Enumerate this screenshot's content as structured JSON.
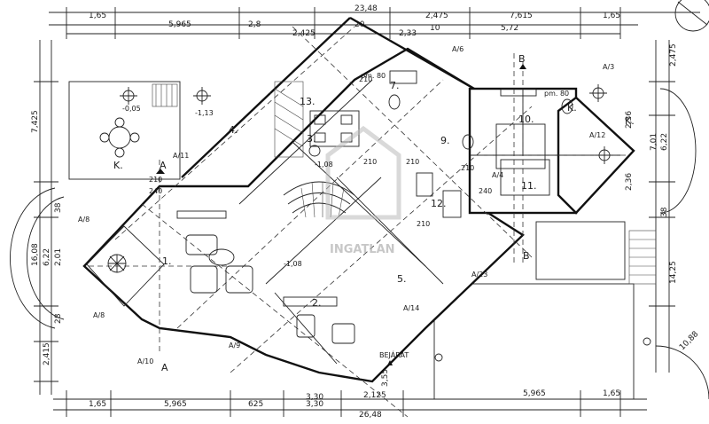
{
  "top_dimensions": [
    "1,65",
    "5,965",
    "2,8",
    "2,425",
    "20",
    "2,475",
    "7,615",
    "2,33",
    "10",
    "5,72",
    "23,48",
    "1,65"
  ],
  "bottom_dimensions": [
    "1,65",
    "5,965",
    "625",
    "3,30",
    "2,125",
    "26,48",
    "5,965",
    "1,65",
    "3,30",
    "3,55"
  ],
  "left_dimensions": [
    "7,425",
    "16,08",
    "6,22",
    "2,01",
    "38",
    "28",
    "2,415"
  ],
  "right_dimensions": [
    "2,475",
    "6,22",
    "7,01",
    "2,36",
    "2,36",
    "38",
    "14,25",
    "10,88"
  ],
  "rooms": {
    "r1": "1.",
    "r2": "2.",
    "r3": "3.",
    "r5": "5.",
    "r7": "7.",
    "r9": "9.",
    "r10": "10.",
    "r11": "11.",
    "r12": "12.",
    "r13": "13.",
    "r4": "4."
  },
  "level_marks": {
    "a": "-0,05",
    "b": "-1,13",
    "c": "-1,08",
    "d": "-1,08"
  },
  "section_marks": {
    "a_top": "A",
    "a_bottom": "A",
    "b_top": "B",
    "b_bottom": "B"
  },
  "axis_marks": [
    "A/11",
    "A/10",
    "A/9",
    "A/6",
    "A/3",
    "A/12",
    "A/23",
    "A/14",
    "A/4",
    "A/8",
    "A/8"
  ],
  "entrance_label": "BEJÁRAT",
  "door_labels": [
    "210",
    "210",
    "210",
    "240",
    "240",
    "210",
    "210",
    "210"
  ],
  "misc_labels": {
    "pm80a": "pm. 80",
    "pm80b": "pm. 80",
    "k_left": "K.",
    "k_right": "K.",
    "kk": "K."
  },
  "watermark": "INGATLAN"
}
